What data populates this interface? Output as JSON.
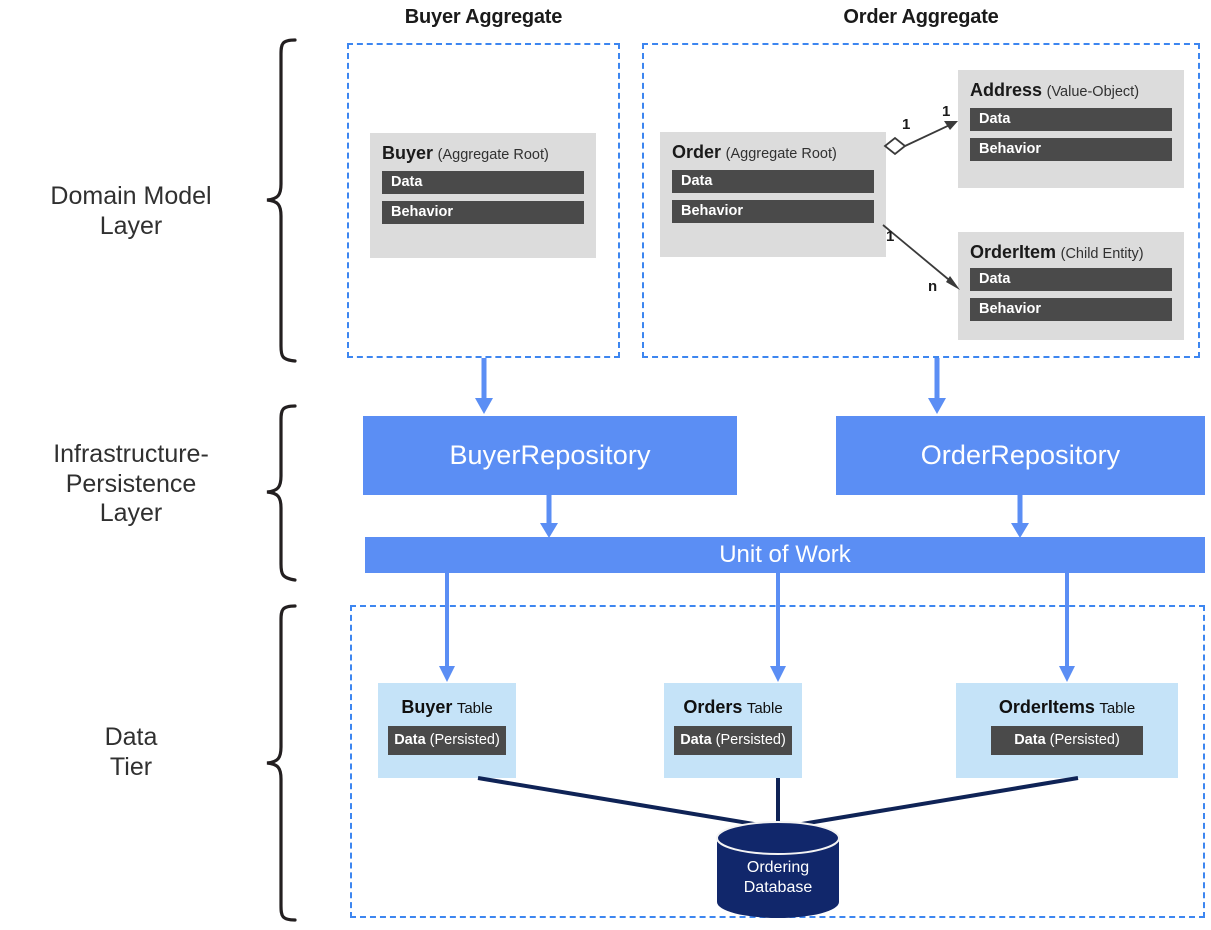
{
  "diagram": {
    "title": "DDD Aggregates, Repositories and Data Tier",
    "colors": {
      "dashed_border": "#3d86f0",
      "repository_blue": "#5b8ef4",
      "entity_grey": "#dcdcdc",
      "slot_dark": "#4a4a4a",
      "table_light_blue": "#c5e3f8",
      "database_navy": "#11276b",
      "arrow_blue": "#5b8ef4",
      "connector_navy": "#0f2356"
    }
  },
  "aggregate_headings": [
    {
      "label": "Buyer Aggregate"
    },
    {
      "label": "Order Aggregate"
    }
  ],
  "layers": [
    {
      "key": "domain",
      "label": "Domain Model\nLayer",
      "line1": "Domain Model",
      "line2": "Layer"
    },
    {
      "key": "infrastructure",
      "label": "Infrastructure-Persistence Layer",
      "line1": "Infrastructure-",
      "line2": "Persistence",
      "line3": "Layer"
    },
    {
      "key": "data",
      "label": "Data Tier",
      "line1": "Data",
      "line2": "Tier"
    }
  ],
  "entities": [
    {
      "id": "buyer",
      "name": "Buyer",
      "stereotype": "(Aggregate Root)",
      "slots": [
        "Data",
        "Behavior"
      ]
    },
    {
      "id": "order",
      "name": "Order",
      "stereotype": "(Aggregate Root)",
      "slots": [
        "Data",
        "Behavior"
      ]
    },
    {
      "id": "address",
      "name": "Address",
      "stereotype": "(Value-Object)",
      "slots": [
        "Data",
        "Behavior"
      ]
    },
    {
      "id": "orderitem",
      "name": "OrderItem",
      "stereotype": "(Child Entity)",
      "slots": [
        "Data",
        "Behavior"
      ]
    }
  ],
  "relations": [
    {
      "id": "order-address",
      "from": "Order",
      "to": "Address",
      "source_multiplicity": "1",
      "target_multiplicity": "1",
      "kind": "aggregation"
    },
    {
      "id": "order-orderitem",
      "from": "Order",
      "to": "OrderItem",
      "source_multiplicity": "1",
      "target_multiplicity": "n",
      "kind": "association"
    }
  ],
  "repositories": [
    {
      "id": "buyer-repository",
      "label": "BuyerRepository"
    },
    {
      "id": "order-repository",
      "label": "OrderRepository"
    }
  ],
  "unit_of_work": {
    "label": "Unit of Work"
  },
  "tables": [
    {
      "id": "buyer-table",
      "name": "Buyer",
      "suffix": "Table",
      "slot_name": "Data",
      "slot_suffix": "(Persisted)"
    },
    {
      "id": "orders-table",
      "name": "Orders",
      "suffix": "Table",
      "slot_name": "Data",
      "slot_suffix": "(Persisted)"
    },
    {
      "id": "orderitems-table",
      "name": "OrderItems",
      "suffix": "Table",
      "slot_name": "Data",
      "slot_suffix": "(Persisted)"
    }
  ],
  "database": {
    "id": "ordering-database",
    "line1": "Ordering",
    "line2": "Database"
  },
  "icons": {
    "brace": "curly-brace-icon",
    "arrow": "down-arrow-icon",
    "diamond": "aggregation-diamond-icon",
    "cylinder": "database-cylinder-icon"
  }
}
